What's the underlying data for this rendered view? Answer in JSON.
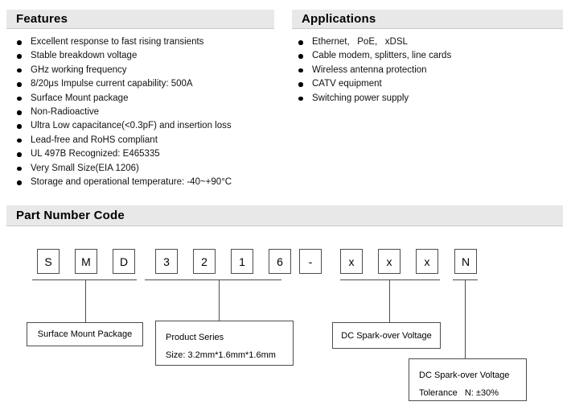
{
  "features": {
    "title": "Features",
    "items": [
      "Excellent response to fast rising transients",
      "Stable breakdown voltage",
      "GHz working frequency",
      "8/20μs Impulse current capability: 500A",
      "Surface Mount package",
      "Non-Radioactive",
      "Ultra Low capacitance(<0.3pF) and insertion loss",
      "Lead-free and RoHS compliant",
      "UL 497B Recognized: E465335",
      "Very Small Size(EIA 1206)",
      "Storage and operational temperature: -40~+90°C"
    ]
  },
  "applications": {
    "title": "Applications",
    "items": [
      "Ethernet,   PoE,   xDSL",
      "Cable modem, splitters, line cards",
      "Wireless antenna protection",
      "CATV equipment",
      "Switching power supply"
    ]
  },
  "part_number_code": {
    "title": "Part Number Code",
    "cells": [
      "S",
      "M",
      "D",
      "3",
      "2",
      "1",
      "6",
      "-",
      "x",
      "x",
      "x",
      "N"
    ],
    "labels": {
      "smd": {
        "lines": [
          "Surface Mount Package"
        ]
      },
      "series": {
        "lines": [
          "Product Series",
          "Size: 3.2mm*1.6mm*1.6mm"
        ]
      },
      "xxx": {
        "lines": [
          "DC Spark-over Voltage"
        ]
      },
      "n": {
        "lines": [
          "DC Spark-over Voltage",
          "Tolerance   N: ±30%"
        ]
      }
    }
  },
  "colors": {
    "section_bar_bg": "#e8e8e8",
    "line": "#4d4d4d"
  }
}
